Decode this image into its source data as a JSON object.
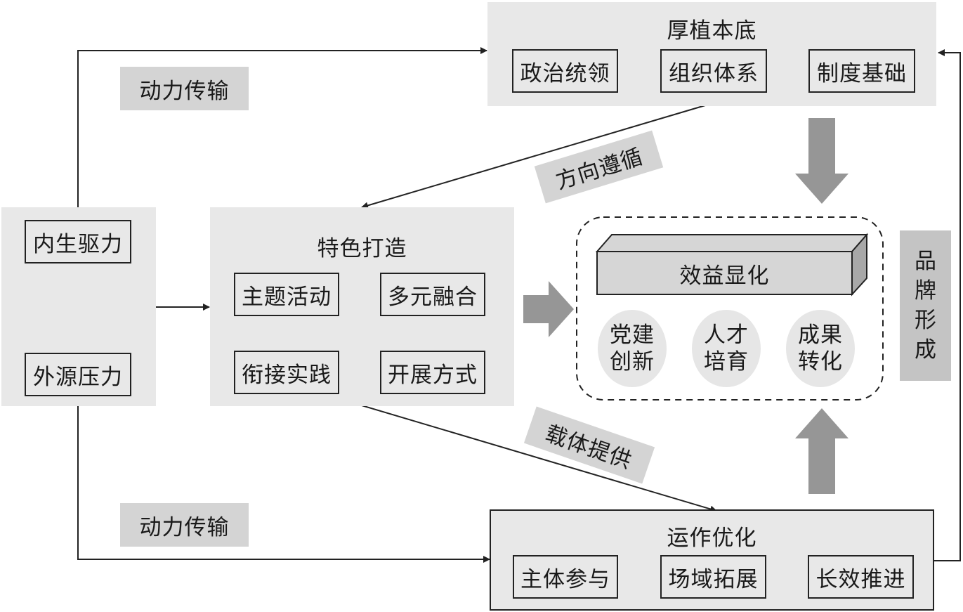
{
  "foundation": {
    "title": "厚植本底",
    "items": [
      "政治统领",
      "组织体系",
      "制度基础"
    ]
  },
  "drivers": {
    "items": [
      "内生驱力",
      "外源压力"
    ]
  },
  "feature": {
    "title": "特色打造",
    "items": [
      "主题活动",
      "多元融合",
      "衔接实践",
      "开展方式"
    ]
  },
  "operation": {
    "title": "运作优化",
    "items": [
      "主体参与",
      "场域拓展",
      "长效推进"
    ]
  },
  "benefit": {
    "title": "效益显化",
    "circles": [
      {
        "line1": "党建",
        "line2": "创新"
      },
      {
        "line1": "人才",
        "line2": "培育"
      },
      {
        "line1": "成果",
        "line2": "转化"
      }
    ]
  },
  "labels": {
    "power_top": "动力传输",
    "power_bottom": "动力传输",
    "direction": "方向遵循",
    "carrier": "载体提供",
    "brand": [
      "品",
      "牌",
      "形",
      "成"
    ]
  },
  "colors": {
    "panel": "#e8e8e8",
    "tag": "#d4d4d4",
    "block_arrow": "#969696",
    "line": "#222222"
  }
}
